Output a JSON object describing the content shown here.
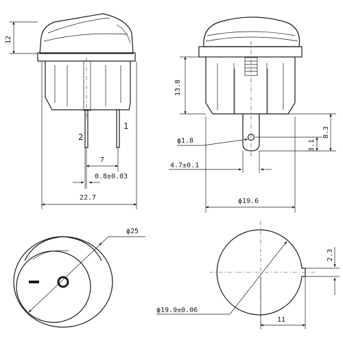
{
  "side_view": {
    "height_label": "12",
    "pin_label_left": "2",
    "pin_label_right": "1",
    "pin_spacing_label": "7",
    "pin_width_label": "0.8±0.03",
    "body_width_label": "22.7"
  },
  "front_view": {
    "body_height_label": "13.8",
    "hole_dia_label": "ϕ1.8",
    "terminal_width_label": "4.7±0.1",
    "body_dia_label": "ϕ19.6",
    "terminal_len_label": "8.3",
    "hole_offset_label": "3.1"
  },
  "top_view": {
    "bezel_dia_label": "ϕ25",
    "off_mark": "I",
    "on_mark": "O"
  },
  "panel_cutout": {
    "cutout_dia_label": "ϕ19.9±0.06",
    "key_width_label": "2.3",
    "key_depth_label": "11"
  }
}
